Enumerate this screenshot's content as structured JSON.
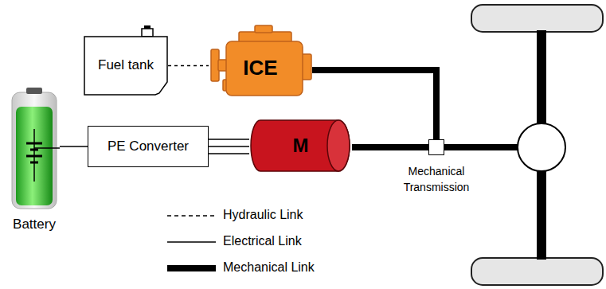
{
  "diagram": {
    "nodes": [
      {
        "text": [
          "Fuel tank"
        ]
      },
      {
        "text": [
          "ICE"
        ]
      },
      {
        "text": [
          "Battery"
        ]
      },
      {
        "text": [
          "PE Converter"
        ]
      },
      {
        "text": [
          "M"
        ]
      },
      {
        "text": [
          "Mechanical Transmission"
        ]
      }
    ],
    "edges": [
      {
        "from": 0,
        "to": 1,
        "arrow": "none"
      },
      {
        "from": 2,
        "to": 3,
        "arrow": "none"
      },
      {
        "from": 3,
        "to": 4,
        "arrow": "none"
      },
      {
        "from": 1,
        "to": 5,
        "arrow": "none"
      },
      {
        "from": 4,
        "to": 5,
        "arrow": "none"
      }
    ],
    "legend": [
      {
        "text": "Hydraulic Link"
      },
      {
        "text": "Electrical Link"
      },
      {
        "text": "Mechanical Link"
      }
    ]
  }
}
